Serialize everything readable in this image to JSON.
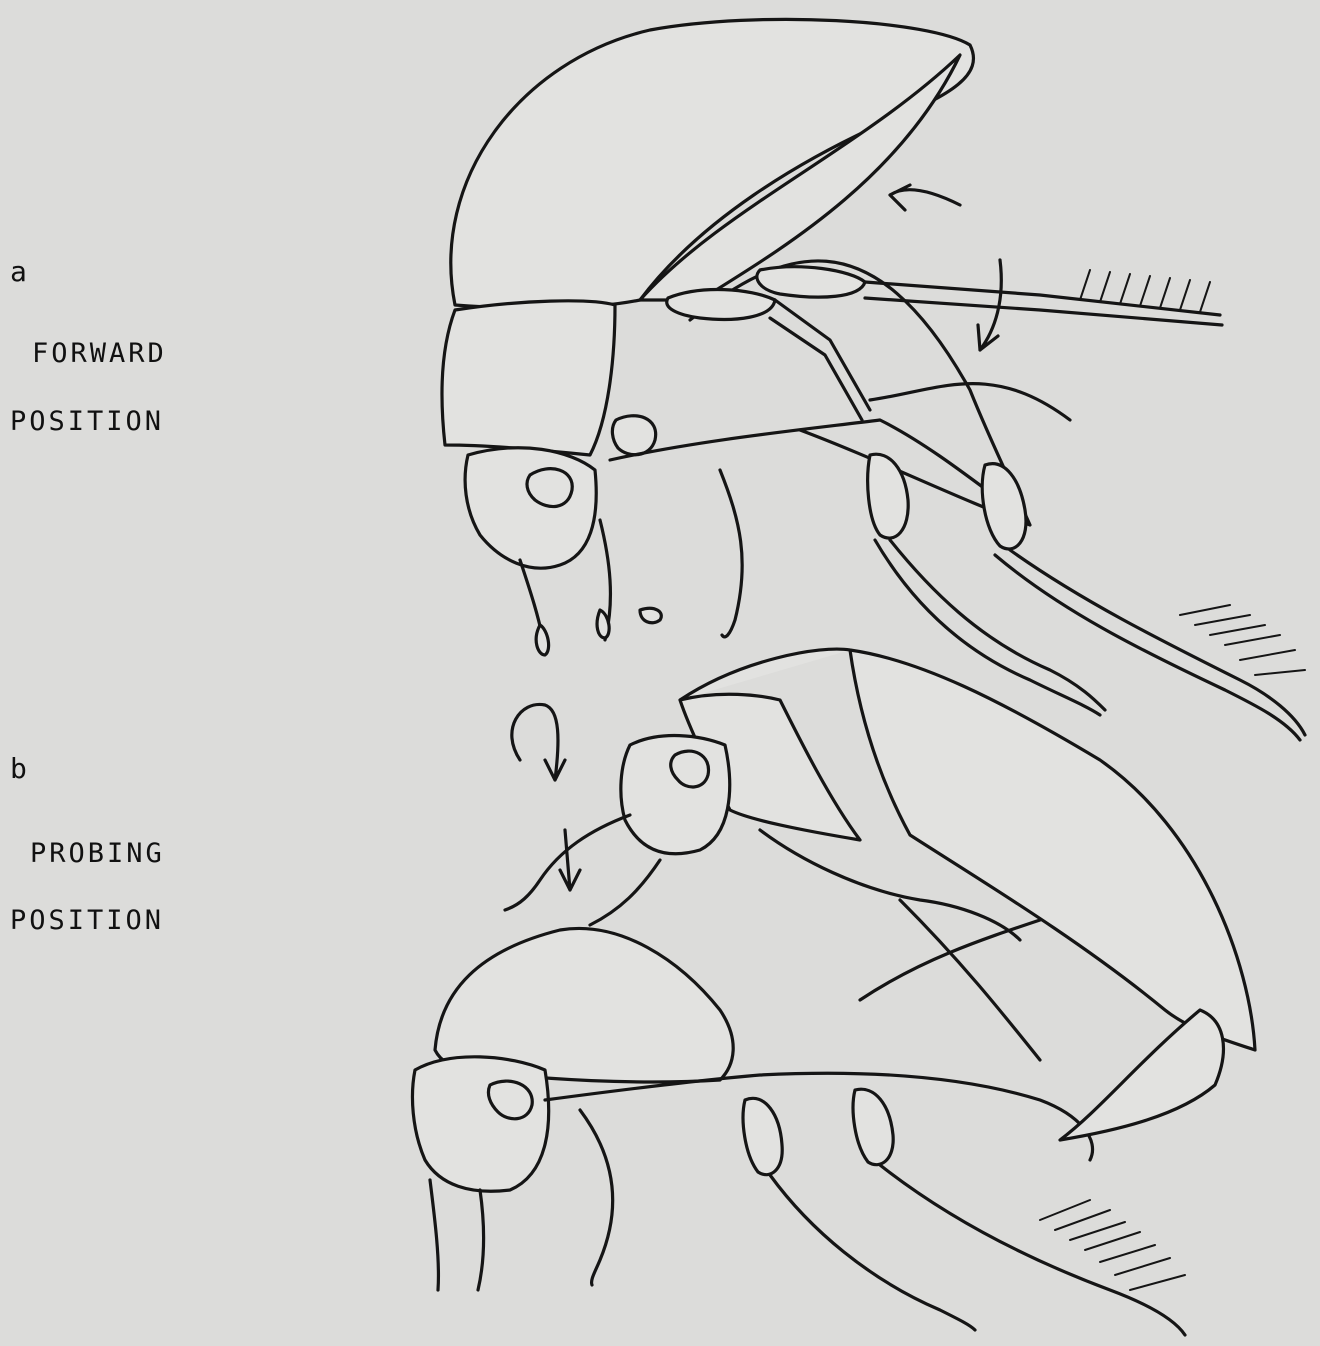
{
  "panels": [
    {
      "letter": "a",
      "caption_line1": "FORWARD",
      "caption_line2": "POSITION"
    },
    {
      "letter": "b",
      "caption_line1": "PROBING",
      "caption_line2": "POSITION"
    }
  ],
  "colors": {
    "background": "#dcdcda",
    "ink": "#151515"
  }
}
